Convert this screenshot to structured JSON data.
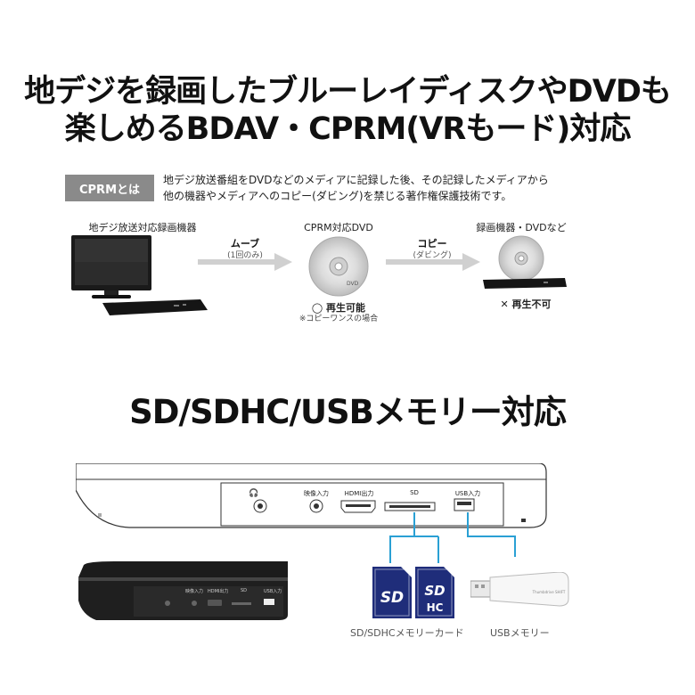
{
  "headline1": {
    "line1": "地デジを録画したブルーレイディスクやDVDも",
    "line2": "楽しめるBDAV・CPRM(VRもード)対応"
  },
  "cprm": {
    "badge": "CPRMとは",
    "desc_line1": "地デジ放送番組をDVDなどのメディアに記録した後、その記録したメディアから",
    "desc_line2": "他の機器やメディアへのコピー(ダビング)を禁じる著作権保護技術です。"
  },
  "flow": {
    "source_label": "地デジ放送対応録画機器",
    "move_label": "ムーブ",
    "move_sub": "(1回のみ)",
    "dvd_label": "CPRM対応DVD",
    "playable": "◯ 再生可能",
    "playable_note": "※コピーワンスの場合",
    "copy_label": "コピー",
    "copy_sub": "(ダビング)",
    "target_label": "録画機器・DVDなど",
    "not_playable": "✕ 再生不可"
  },
  "headline2": "SD/SDHC/USBメモリー対応",
  "ports": {
    "video": "映像入力",
    "hdmi": "HDMI出力",
    "sd": "SD",
    "usb": "USB入力"
  },
  "player_small_ports": {
    "video": "映像入力",
    "hdmi": "HDMI出力",
    "sd": "SD",
    "usb": "USB入力"
  },
  "media": {
    "sd_label": "SD/SDHCメモリーカード",
    "usb_label": "USBメモリー",
    "sd_text": "SD",
    "sdhc_text": "SD",
    "hc_text": "HC",
    "usb_brand": "Thumbdrive SHIFT"
  },
  "colors": {
    "connector": "#2aa0d4",
    "sd_card": "#1f2d7a",
    "arrow": "#d0d0d0",
    "badge": "#8a8a8a"
  }
}
